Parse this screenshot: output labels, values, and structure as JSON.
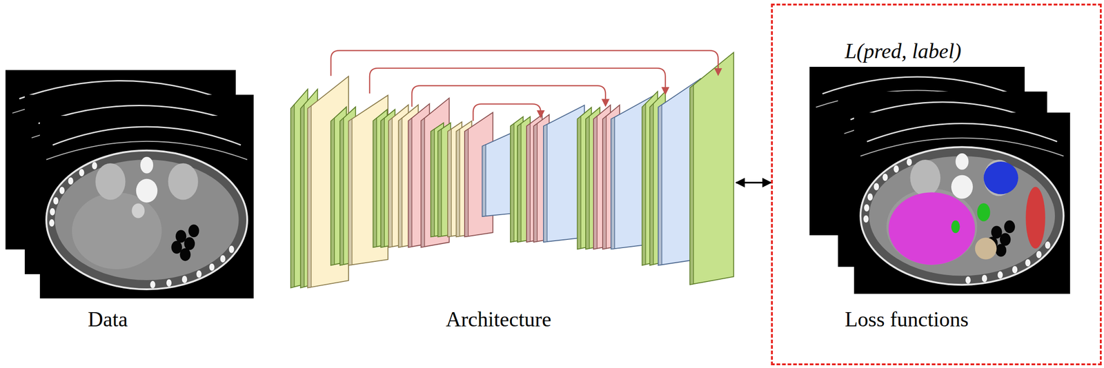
{
  "diagram": {
    "nodes": [
      {
        "text": [
          "Data"
        ]
      },
      {
        "text": [
          "Architecture"
        ]
      },
      {
        "text": [
          "L(pred, label)",
          "Loss functions"
        ]
      }
    ],
    "edges": [
      {
        "from": 1,
        "to": 2,
        "arrow": "both"
      }
    ]
  }
}
